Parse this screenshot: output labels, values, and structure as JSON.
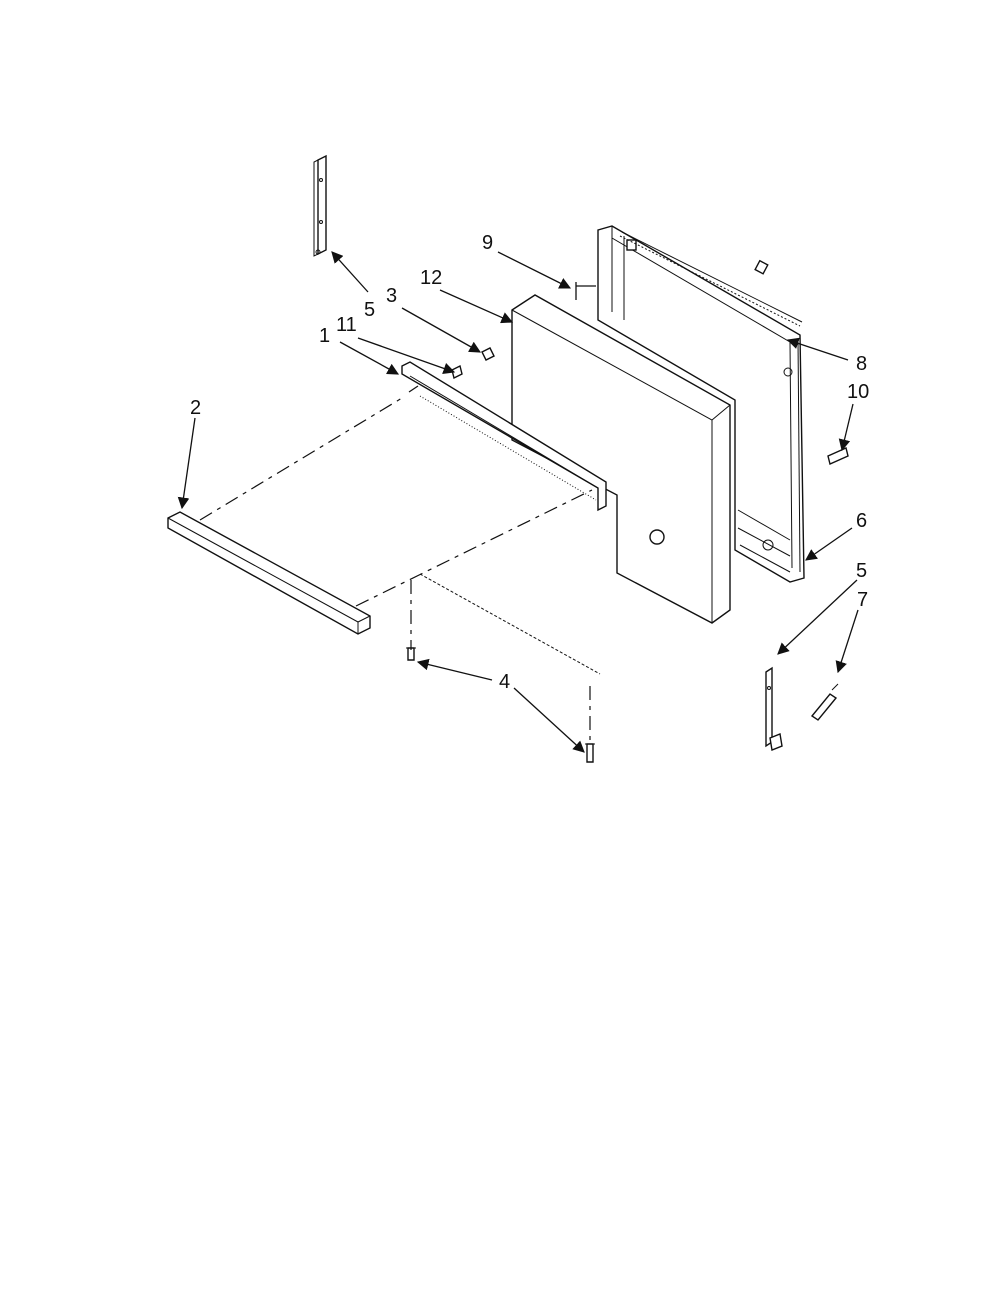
{
  "callouts": {
    "c1": "1",
    "c2": "2",
    "c3": "3",
    "c4": "4",
    "c5a": "5",
    "c5b": "5",
    "c6": "6",
    "c7": "7",
    "c8": "8",
    "c9": "9",
    "c10": "10",
    "c11": "11",
    "c12": "12"
  },
  "colors": {
    "ink": "#111111",
    "paper": "#ffffff"
  }
}
